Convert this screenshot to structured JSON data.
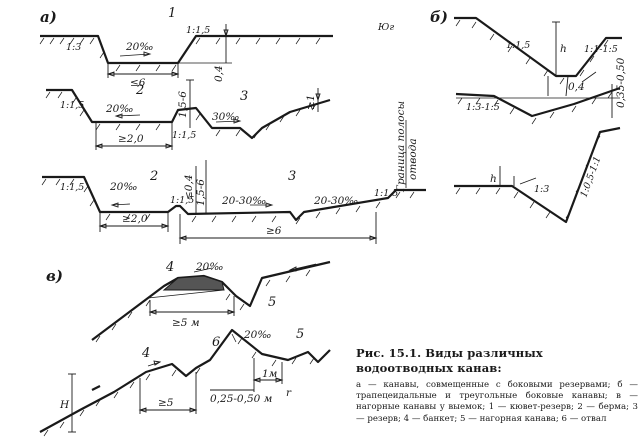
{
  "figure": {
    "parts": {
      "a": "а)",
      "b": "б)",
      "v": "в)"
    },
    "a": {
      "section_numbers": [
        "1",
        "2",
        "3",
        "2",
        "3"
      ],
      "slopes": [
        "1:3",
        "1:1,5",
        "1:1,5",
        "1:1,5",
        "1:1,5",
        "1:1,5",
        "1:1,5",
        "1:1"
      ],
      "grades": [
        "20‰",
        "20‰",
        "30‰",
        "20‰",
        "20-30‰",
        "20-30‰"
      ],
      "dims": [
        "≤6",
        "0,4",
        "≥2,0",
        "1,5-6",
        "≥1",
        "≥2,0",
        "≤0,4",
        "1,5-6",
        "≥6"
      ],
      "boundary_text": [
        "Граница полосы",
        "отвода"
      ]
    },
    "b": {
      "labels": [
        "h",
        "1:1,5",
        "1:1-1:5",
        "0,4",
        "0,35-0,50",
        "1:3-1:5",
        "h",
        "1:3",
        "1:0,5-1:1"
      ]
    },
    "v": {
      "numbers": [
        "4",
        "5",
        "4",
        "6",
        "5"
      ],
      "grades": [
        "20‰",
        "20‰"
      ],
      "dims": [
        "≥5 м",
        "H",
        "≥5",
        "0,25-0,50 м",
        "1м",
        "r"
      ]
    },
    "stamp": "Юг"
  },
  "caption": {
    "title": "Рис. 15.1. Виды различных водоотводных канав:",
    "legend": "а — канавы, совмещенные с боковыми резервами; б — трапецеидальные и треугольные боковые канавы; в — нагорные канавы у выемок; 1 — кювет-резерв; 2 — берма; 3 — резерв; 4 — банкет; 5 — нагорная канава; 6 — отвал"
  }
}
